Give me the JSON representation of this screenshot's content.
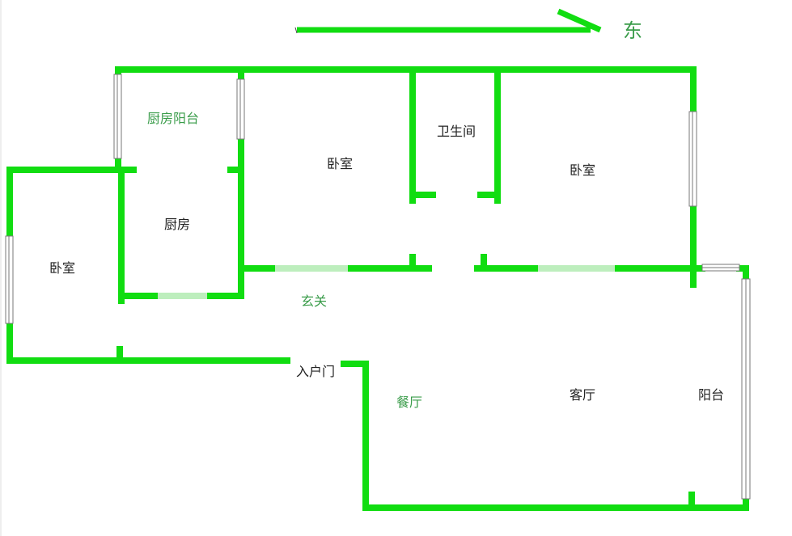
{
  "compass": {
    "direction_label": "东"
  },
  "rooms": {
    "kitchen_balcony": "厨房阳台",
    "bedroom_center": "卧室",
    "bathroom": "卫生间",
    "bedroom_east": "卧室",
    "kitchen": "厨房",
    "bedroom_west": "卧室",
    "foyer": "玄关",
    "entrance_door": "入户门",
    "dining_room": "餐厅",
    "living_room": "客厅",
    "balcony": "阳台"
  },
  "colors": {
    "wall": "#11dd11",
    "label_green": "#3a9c4a",
    "label_dark": "#222222",
    "window_frame": "#777777"
  }
}
